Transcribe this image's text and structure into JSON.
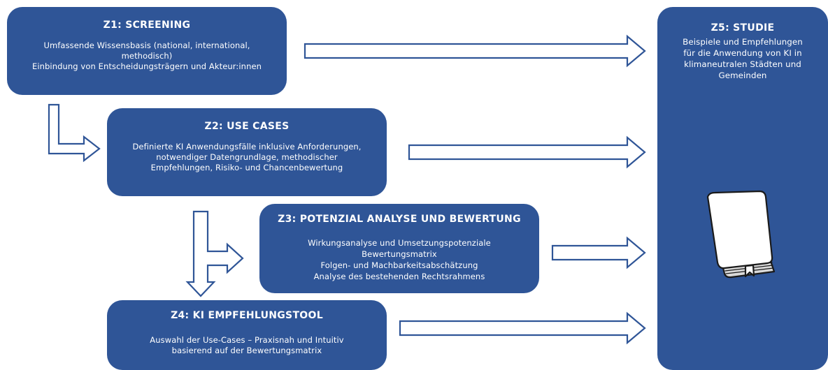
{
  "diagram": {
    "z1": {
      "title": "Z1: SCREENING",
      "lines": [
        "Umfassende Wissensbasis (national, international,",
        "methodisch)",
        "Einbindung von Entscheidungsträgern und Akteur:innen"
      ]
    },
    "z2": {
      "title": "Z2: USE CASES",
      "lines": [
        "Definierte KI Anwendungsfälle inklusive Anforderungen,",
        "notwendiger Datengrundlage, methodischer",
        "Empfehlungen, Risiko- und Chancenbewertung"
      ]
    },
    "z3": {
      "title": "Z3: POTENZIAL ANALYSE UND BEWERTUNG",
      "lines": [
        "Wirkungsanalyse und Umsetzungspotenziale",
        "Bewertungsmatrix",
        "Folgen- und Machbarkeitsabschätzung",
        "Analyse des bestehenden Rechtsrahmens"
      ]
    },
    "z4": {
      "title": "Z4:  KI EMPFEHLUNGSTOOL",
      "lines": [
        "Auswahl der Use-Cases – Praxisnah und Intuitiv",
        "basierend auf der Bewertungsmatrix"
      ]
    },
    "z5": {
      "title": "Z5:  STUDIE",
      "lines": [
        "Beispiele und Empfehlungen",
        "für die Anwendung von KI in",
        "klimaneutralen Städten und",
        "Gemeinden"
      ]
    },
    "colors": {
      "box": "#2f5597",
      "text": "#ffffff",
      "arrow_stroke": "#2f5597",
      "arrow_fill": "#ffffff"
    },
    "icons": [
      "right-arrow-icon",
      "bent-arrow-icon",
      "book-icon"
    ]
  }
}
